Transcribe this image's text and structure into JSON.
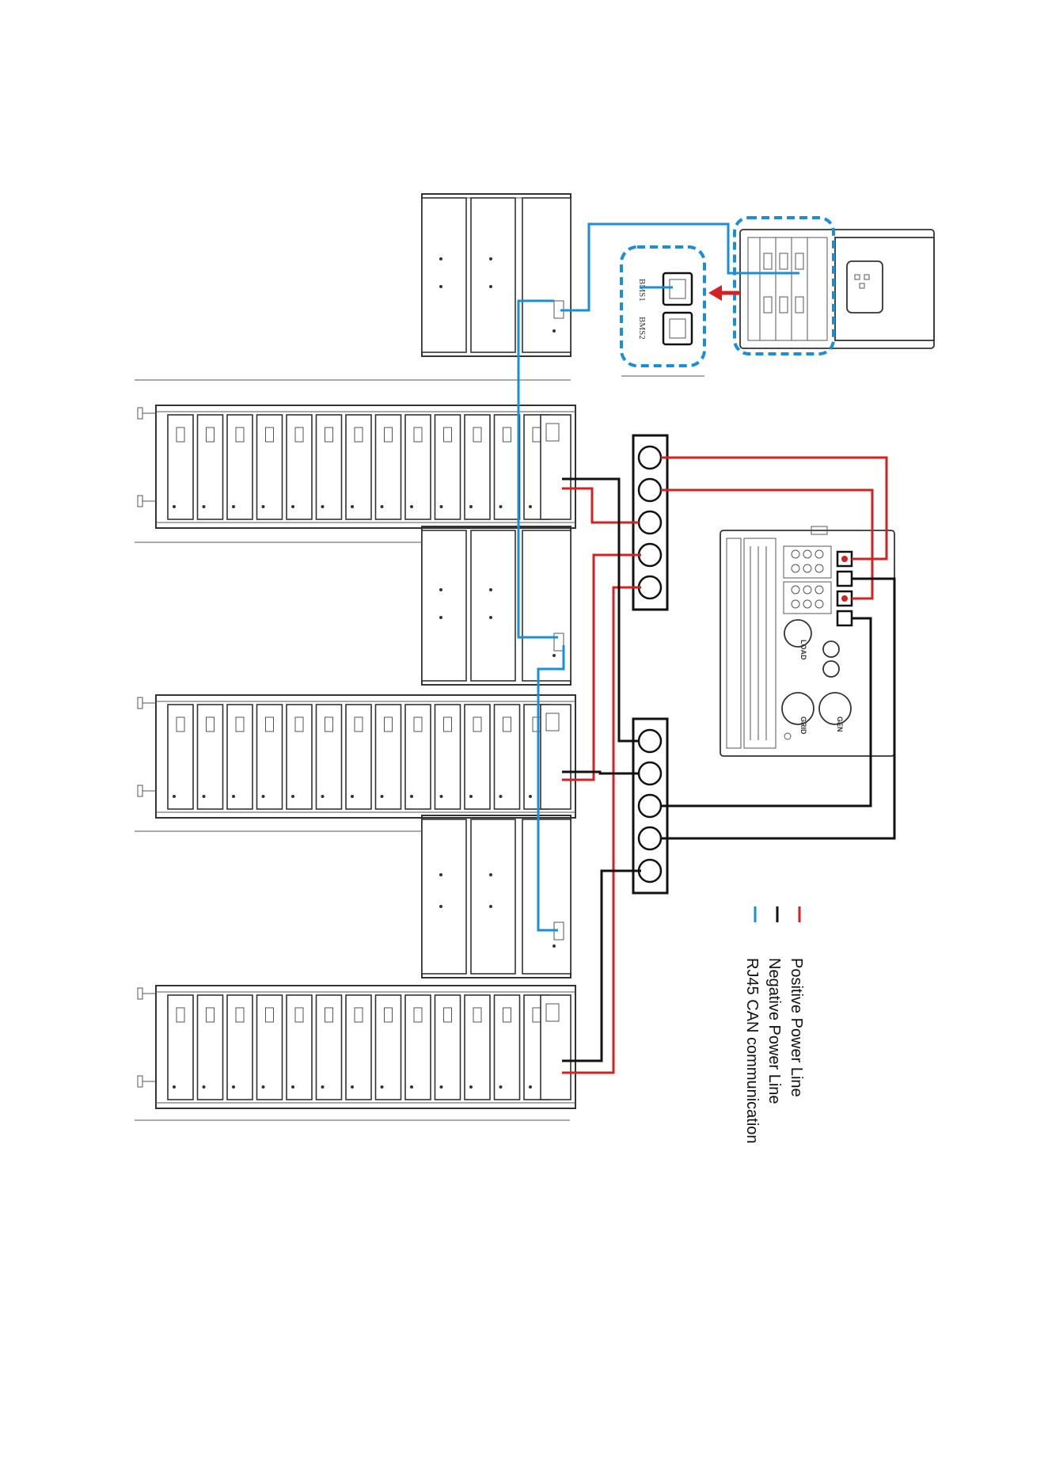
{
  "legend": {
    "positive": "Positive Power Line",
    "negative": "Negative Power Line",
    "communication": "RJ45 CAN communication"
  },
  "ports": {
    "bms1": "BMS1",
    "bms2": "BMS2"
  },
  "inverter_labels": {
    "load": "LOAD",
    "grid": "GRID",
    "gen": "GEN"
  },
  "colors": {
    "positive": "#d42121",
    "negative": "#111111",
    "communication": "#1b8fd6"
  },
  "icons": [
    "battery-rack",
    "high-voltage-box",
    "busbar",
    "inverter",
    "rj45-port"
  ]
}
